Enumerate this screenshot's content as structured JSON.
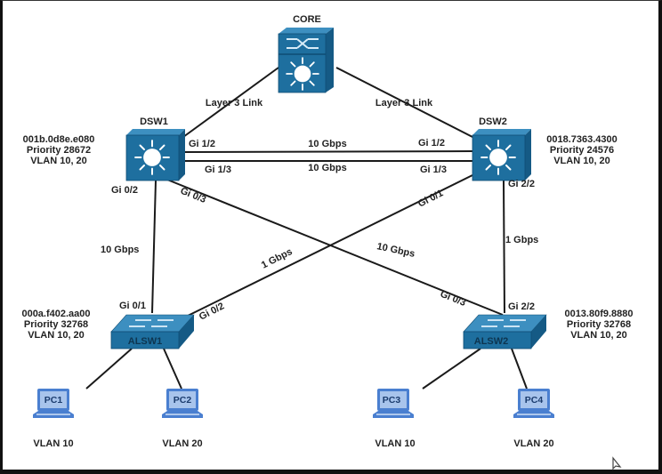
{
  "diagram": {
    "colors": {
      "device_blue": "#1e6f9f",
      "device_dark": "#155a85",
      "device_light": "#3d8fc0",
      "pc_blue": "#4a7fd0",
      "pc_screen": "#a8c4ec",
      "link": "#1a1a1a"
    },
    "devices": {
      "core": {
        "name": "CORE",
        "type": "multilayer-switch-core"
      },
      "dsw1": {
        "name": "DSW1",
        "type": "multilayer-switch",
        "mac": "001b.0d8e.e080",
        "priority": "Priority 28672",
        "vlans": "VLAN 10, 20"
      },
      "dsw2": {
        "name": "DSW2",
        "type": "multilayer-switch",
        "mac": "0018.7363.4300",
        "priority": "Priority 24576",
        "vlans": "VLAN 10, 20"
      },
      "alsw1": {
        "name": "ALSW1",
        "type": "access-switch",
        "mac": "000a.f402.aa00",
        "priority": "Priority 32768",
        "vlans": "VLAN 10, 20"
      },
      "alsw2": {
        "name": "ALSW2",
        "type": "access-switch",
        "mac": "0013.80f9.8880",
        "priority": "Priority 32768",
        "vlans": "VLAN 10, 20"
      },
      "pc1": {
        "name": "PC1",
        "type": "laptop",
        "vlan": "VLAN 10"
      },
      "pc2": {
        "name": "PC2",
        "type": "laptop",
        "vlan": "VLAN 20"
      },
      "pc3": {
        "name": "PC3",
        "type": "laptop",
        "vlan": "VLAN 10"
      },
      "pc4": {
        "name": "PC4",
        "type": "laptop",
        "vlan": "VLAN 20"
      }
    },
    "links": {
      "core_dsw1": {
        "label": "Layer 3 Link"
      },
      "core_dsw2": {
        "label": "Layer 3 Link"
      },
      "dsw1_dsw2_a": {
        "speed": "10 Gbps",
        "port_a": "Gi 1/2",
        "port_b": "Gi 1/2"
      },
      "dsw1_dsw2_b": {
        "speed": "10 Gbps",
        "port_a": "Gi 1/3",
        "port_b": "Gi 1/3"
      },
      "dsw1_alsw1": {
        "speed": "10 Gbps",
        "port_a": "Gi 0/2",
        "port_b": "Gi 0/1"
      },
      "dsw1_alsw2": {
        "speed": "10 Gbps",
        "port_a": "Gi 0/3",
        "port_b": "Gi 0/3"
      },
      "dsw2_alsw1": {
        "speed": "1 Gbps",
        "port_a": "Gi 0/1",
        "port_b": "Gi 0/2"
      },
      "dsw2_alsw2": {
        "speed": "1 Gbps",
        "port_a": "Gi 2/2",
        "port_b": "Gi 2/2"
      }
    }
  }
}
